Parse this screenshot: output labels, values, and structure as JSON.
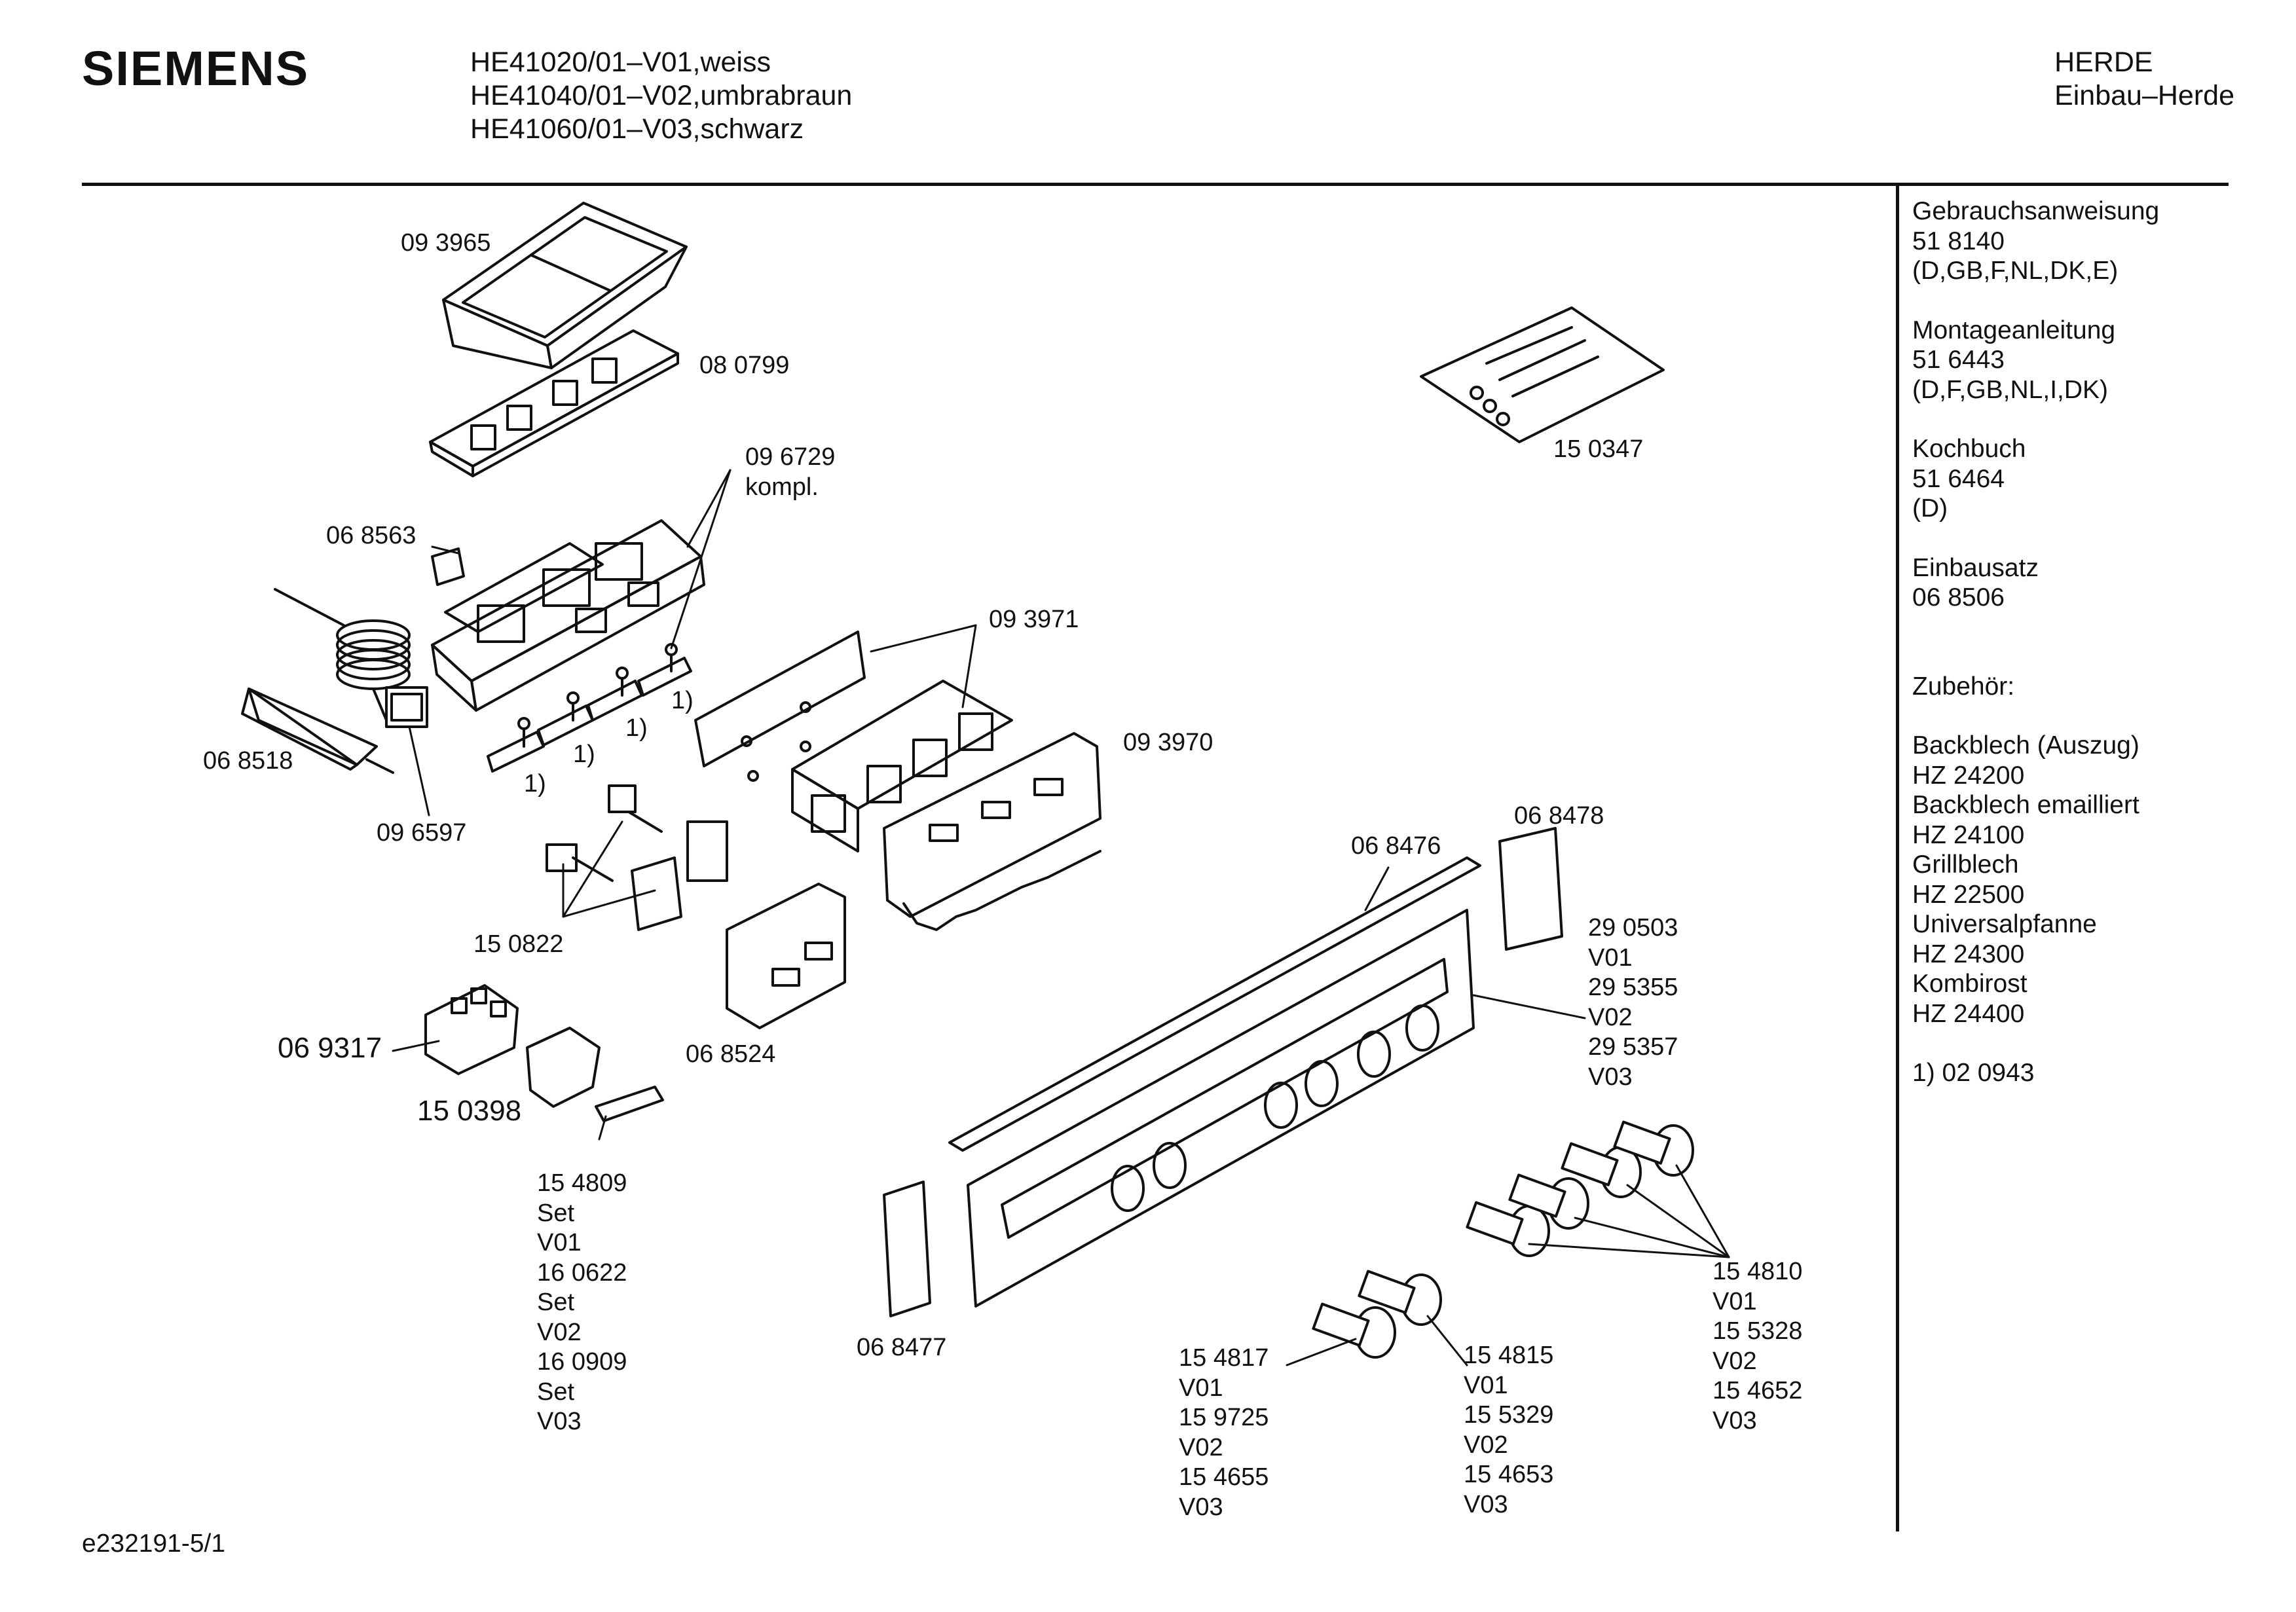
{
  "header": {
    "brand": "SIEMENS",
    "models": [
      "HE41020/01–V01,weiss",
      "HE41040/01–V02,umbrabraun",
      "HE41060/01–V03,schwarz"
    ],
    "category": [
      "HERDE",
      "Einbau–Herde"
    ]
  },
  "sidebar": {
    "groups": [
      [
        "Gebrauchsanweisung",
        "51 8140",
        "(D,GB,F,NL,DK,E)"
      ],
      [
        "Montageanleitung",
        "51 6443",
        "(D,F,GB,NL,I,DK)"
      ],
      [
        "Kochbuch",
        "51 6464",
        "(D)"
      ],
      [
        "Einbausatz",
        "06 8506"
      ],
      [
        "Zubehör:"
      ],
      [
        "Backblech (Auszug)",
        "HZ 24200",
        "Backblech emailliert",
        "HZ 24100",
        "Grillblech",
        "HZ 22500",
        "Universalpfanne",
        "HZ 24300",
        "Kombirost",
        "HZ 24400"
      ],
      [
        "1)  02 0943"
      ]
    ]
  },
  "parts": {
    "p093965": "09 3965",
    "p080799": "08 0799",
    "p096729": [
      "09 6729",
      "kompl."
    ],
    "p068563": "06 8563",
    "p068518": "06 8518",
    "p096597": "09 6597",
    "p093971": "09 3971",
    "p093970": "09 3970",
    "p150347": "15 0347",
    "p150822": "15 0822",
    "p069317": "06 9317",
    "p150398": "15 0398",
    "p068524": "06 8524",
    "p068476": "06 8476",
    "p068478": "06 8478",
    "p068477": "06 8477",
    "p154809": [
      "15 4809",
      "Set",
      "V01",
      "16 0622",
      "Set",
      "V02",
      "16 0909",
      "Set",
      "V03"
    ],
    "p290503": [
      "29 0503",
      "V01",
      "29 5355",
      "V02",
      "29 5357",
      "V03"
    ],
    "p154810": [
      "15 4810",
      "V01",
      "15 5328",
      "V02",
      "15 4652",
      "V03"
    ],
    "p154817": [
      "15 4817",
      "V01",
      "15 9725",
      "V02",
      "15 4655",
      "V03"
    ],
    "p154815": [
      "15 4815",
      "V01",
      "15 5329",
      "V02",
      "15 4653",
      "V03"
    ],
    "note1": "1)"
  },
  "footer": "e232191-5/1"
}
